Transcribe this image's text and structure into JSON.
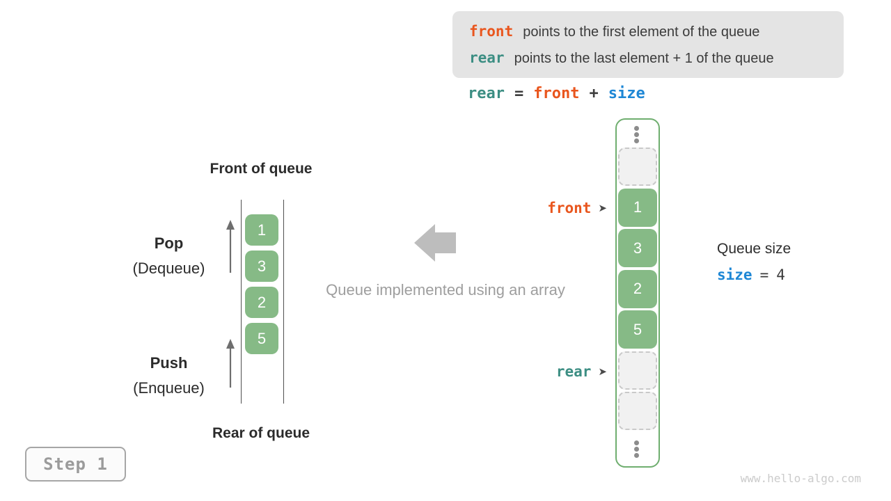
{
  "colors": {
    "orange": "#e9561e",
    "teal": "#3c8e83",
    "blue": "#1e87d5",
    "green_cell": "#86ba86",
    "green_border": "#6fae6f"
  },
  "info_box": {
    "line1": {
      "code": "front",
      "text": "points to the first element of the queue"
    },
    "line2": {
      "code": "rear",
      "text": "points to the last element + 1 of the queue"
    }
  },
  "formula": {
    "lhs": "rear",
    "eq": "=",
    "rhs1": "front",
    "op": "+",
    "rhs2": "size"
  },
  "left_diagram": {
    "top_label": "Front of queue",
    "bottom_label": "Rear of queue",
    "pop_label": "Pop",
    "pop_sublabel": "(Dequeue)",
    "push_label": "Push",
    "push_sublabel": "(Enqueue)",
    "values": [
      "1",
      "3",
      "2",
      "5"
    ]
  },
  "center_caption": "Queue implemented using an array",
  "right_diagram": {
    "front_pointer": "front",
    "rear_pointer": "rear",
    "pointer_glyph": "➤",
    "cells": [
      {
        "type": "empty"
      },
      {
        "type": "filled",
        "value": "1"
      },
      {
        "type": "filled",
        "value": "3"
      },
      {
        "type": "filled",
        "value": "2"
      },
      {
        "type": "filled",
        "value": "5"
      },
      {
        "type": "empty"
      },
      {
        "type": "empty"
      }
    ]
  },
  "queue_size": {
    "title": "Queue size",
    "code": "size",
    "eq": "=",
    "value": "4"
  },
  "step_badge": "Step 1",
  "watermark": "www.hello-algo.com"
}
